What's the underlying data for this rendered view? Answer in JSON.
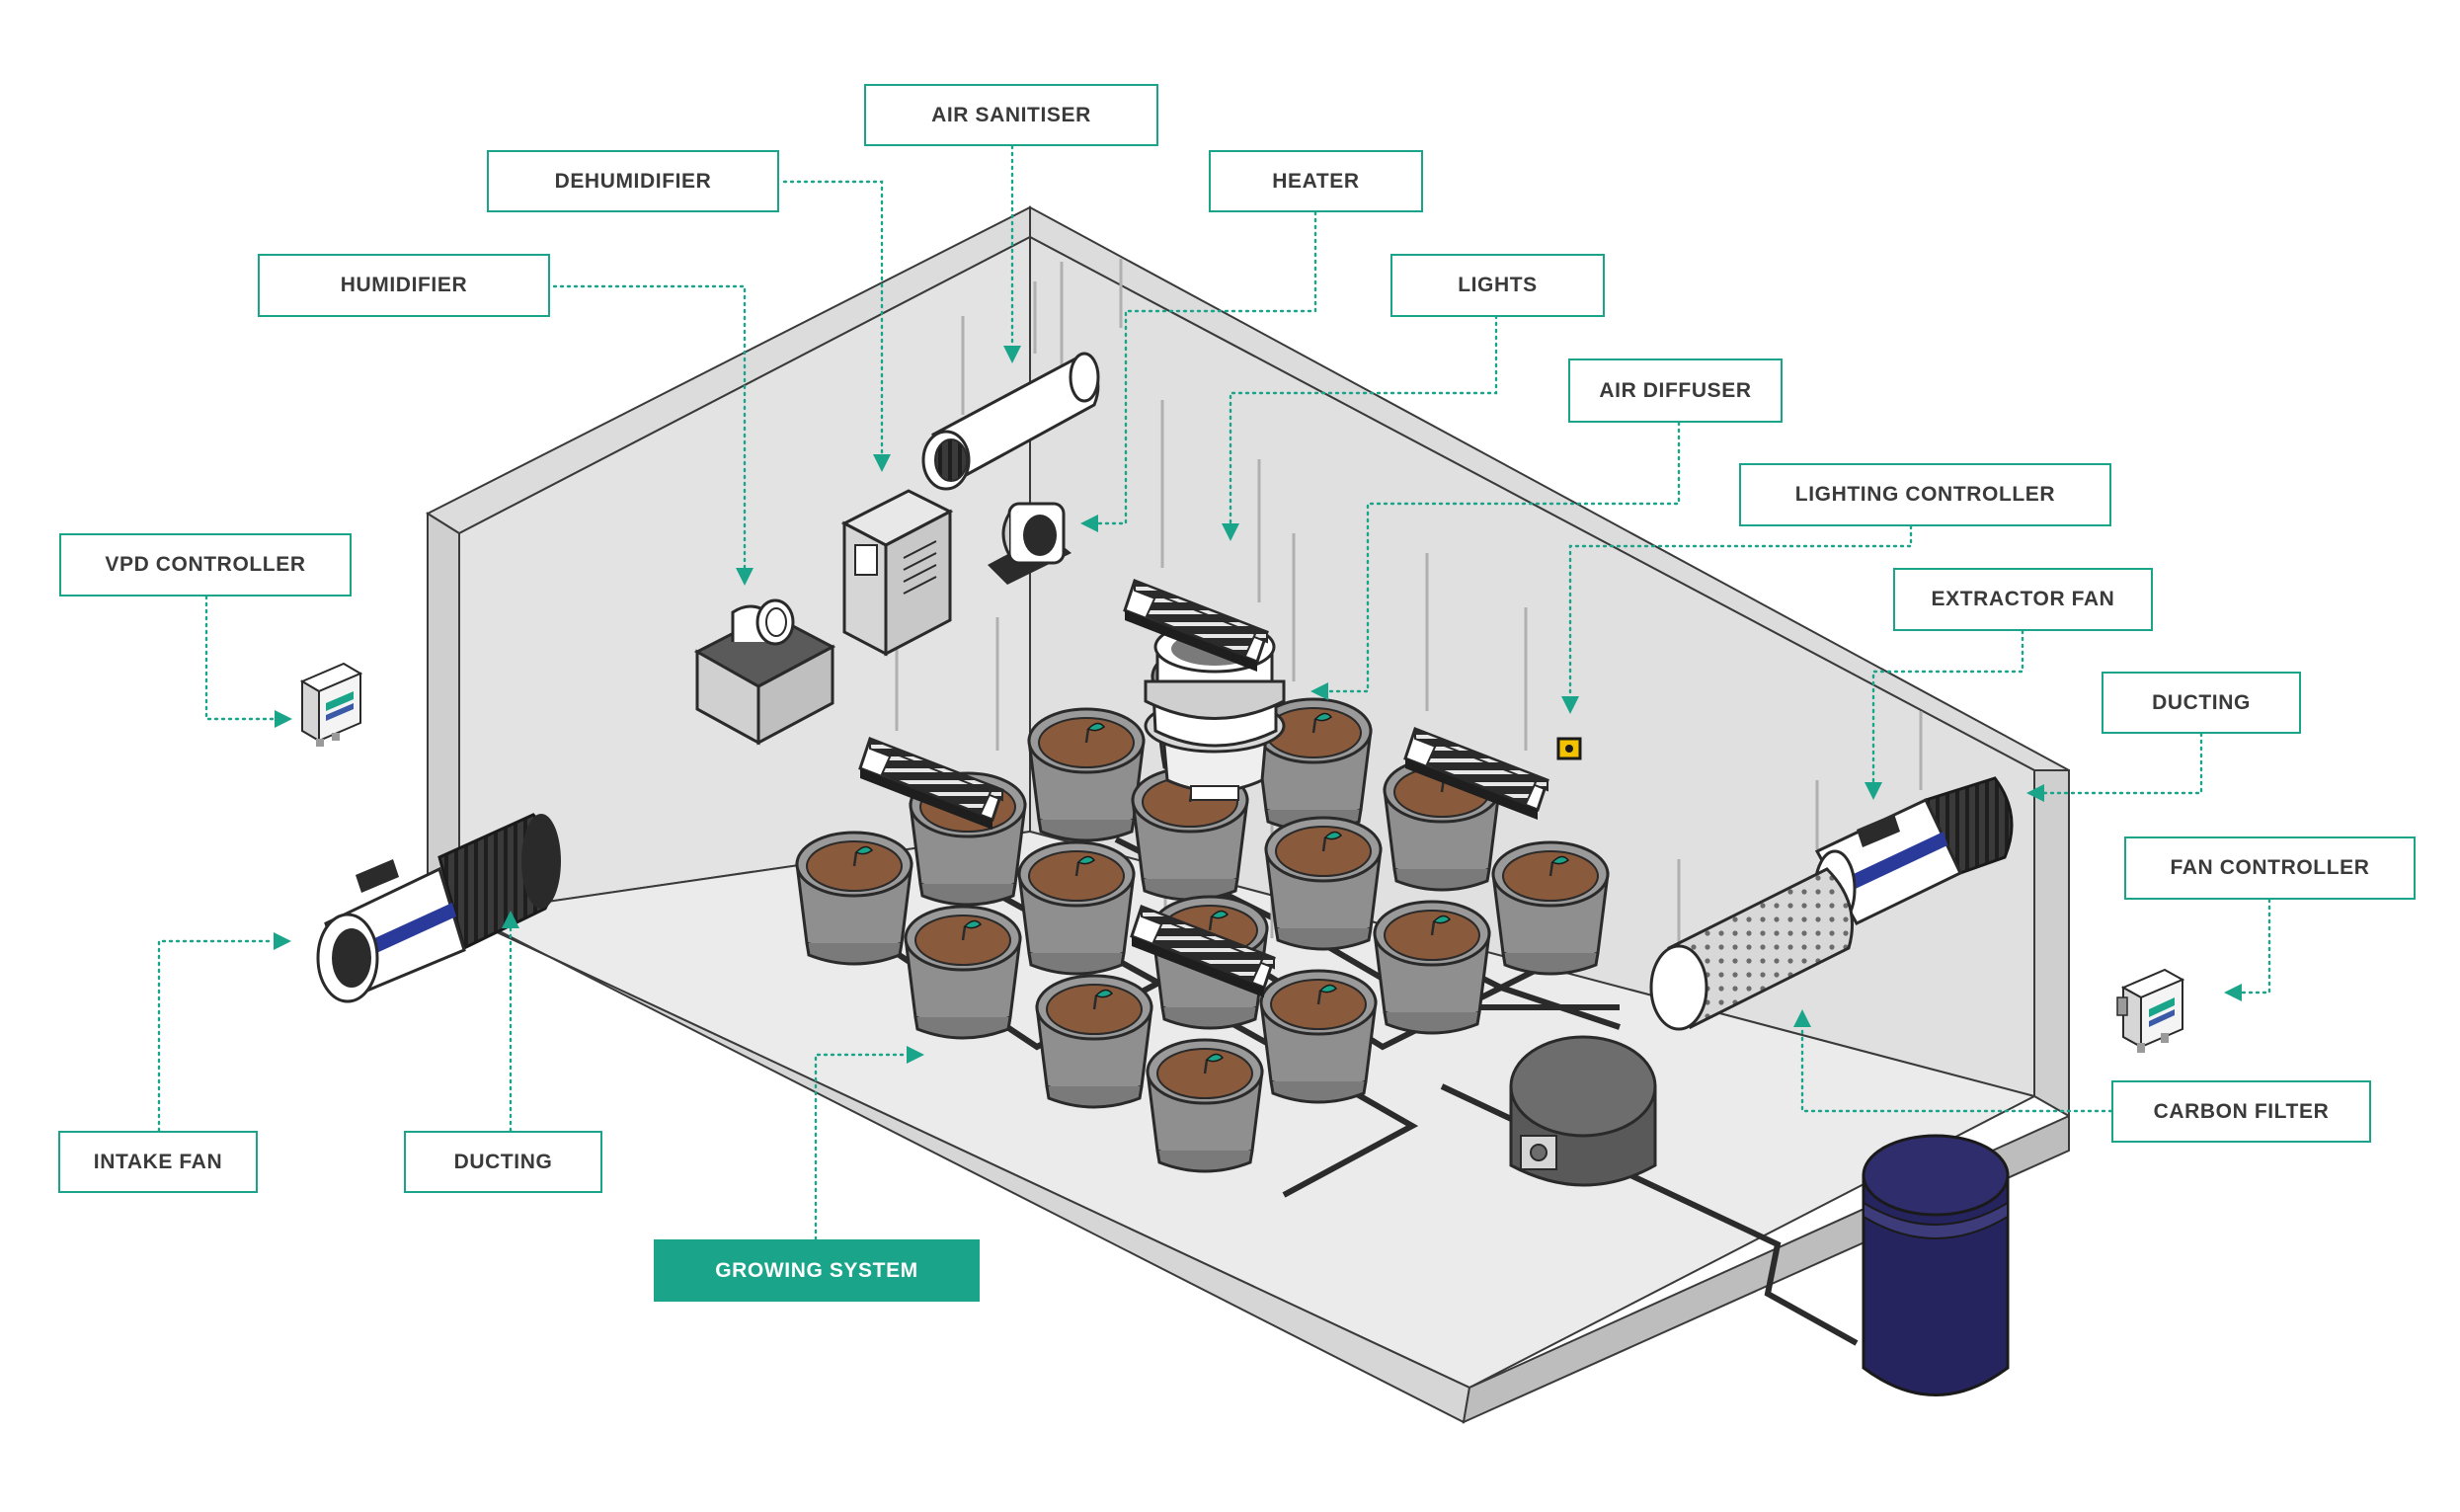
{
  "labels": {
    "air_sanitiser": "AIR SANITISER",
    "dehumidifier": "DEHUMIDIFIER",
    "heater": "HEATER",
    "humidifier": "HUMIDIFIER",
    "lights": "LIGHTS",
    "air_diffuser": "AIR DIFFUSER",
    "lighting_controller": "LIGHTING CONTROLLER",
    "vpd_controller": "VPD CONTROLLER",
    "extractor_fan": "EXTRACTOR FAN",
    "ducting_right": "DUCTING",
    "fan_controller": "FAN CONTROLLER",
    "carbon_filter": "CARBON FILTER",
    "intake_fan": "INTAKE FAN",
    "ducting_left": "DUCTING",
    "growing_system": "GROWING SYSTEM"
  },
  "colors": {
    "accent": "#1aa58a",
    "reservoir": "#26245f",
    "wall": "#e4e4e4",
    "floor": "#e9e9e9",
    "soil": "#8a5a3c",
    "pot": "#8a8a8a",
    "fan_stripe": "#2a3a9a"
  }
}
